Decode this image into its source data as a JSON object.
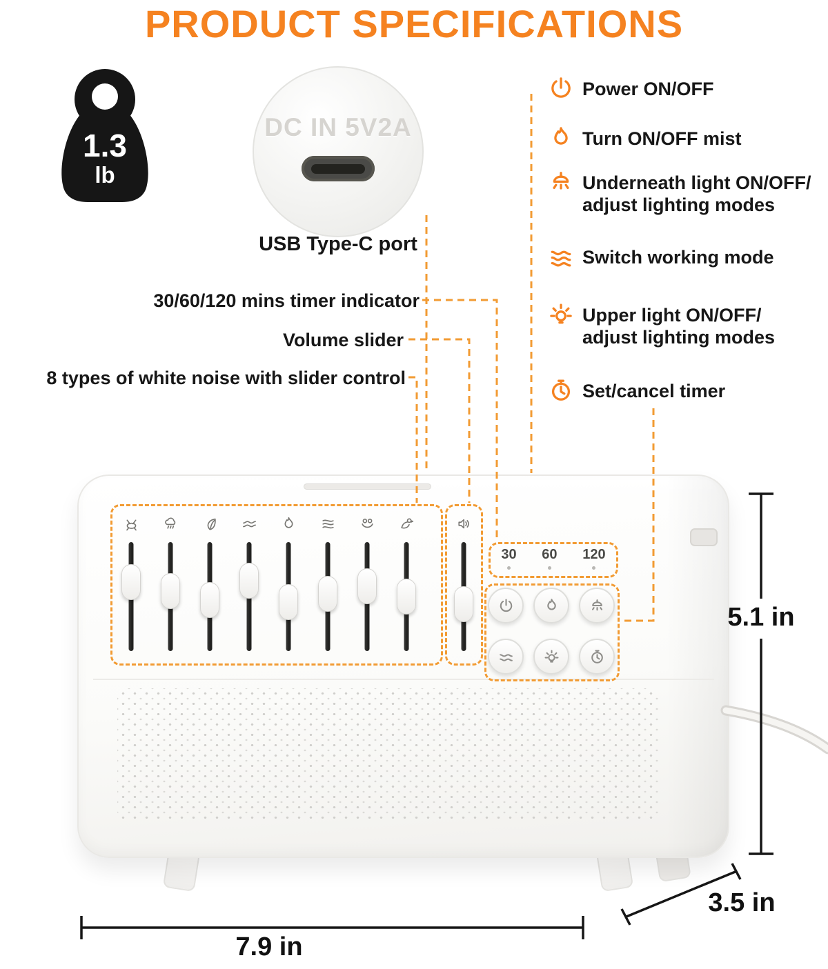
{
  "title": "PRODUCT SPECIFICATIONS",
  "colors": {
    "accent": "#F58220",
    "text": "#171717"
  },
  "weight_badge": {
    "value": "1.3",
    "unit": "lb"
  },
  "usb_inset": {
    "engraving": "DC IN 5V2A",
    "caption": "USB Type-C port"
  },
  "features": [
    {
      "icon": "power-icon",
      "label": "Power ON/OFF"
    },
    {
      "icon": "mist-icon",
      "label": "Turn ON/OFF mist"
    },
    {
      "icon": "underneath-light-icon",
      "label": "Underneath light ON/OFF/\nadjust lighting modes"
    },
    {
      "icon": "working-mode-icon",
      "label": "Switch working mode"
    },
    {
      "icon": "upper-light-icon",
      "label": "Upper light ON/OFF/\nadjust lighting modes"
    },
    {
      "icon": "timer-icon",
      "label": "Set/cancel timer"
    }
  ],
  "callouts": {
    "timer_indicator": "30/60/120 mins timer indicator",
    "volume_slider": "Volume slider",
    "noise_sliders": "8 types of white noise with slider control"
  },
  "device": {
    "timer_marks": [
      "30",
      "60",
      "120"
    ],
    "noise_sliders": {
      "icons": [
        "cricket-icon",
        "rain-icon",
        "leaf-icon",
        "wave-icon",
        "fire-icon",
        "stream-icon",
        "frog-icon",
        "bird-icon"
      ],
      "positions_pct": [
        30,
        42,
        55,
        28,
        58,
        46,
        36,
        50
      ]
    },
    "volume_slider": {
      "icon": "speaker-icon",
      "position_pct": 60
    },
    "buttons": [
      "power",
      "mist",
      "underneath-light",
      "working-mode",
      "upper-light",
      "timer"
    ]
  },
  "dimensions": {
    "height": "5.1 in",
    "depth": "3.5 in",
    "width": "7.9 in"
  }
}
